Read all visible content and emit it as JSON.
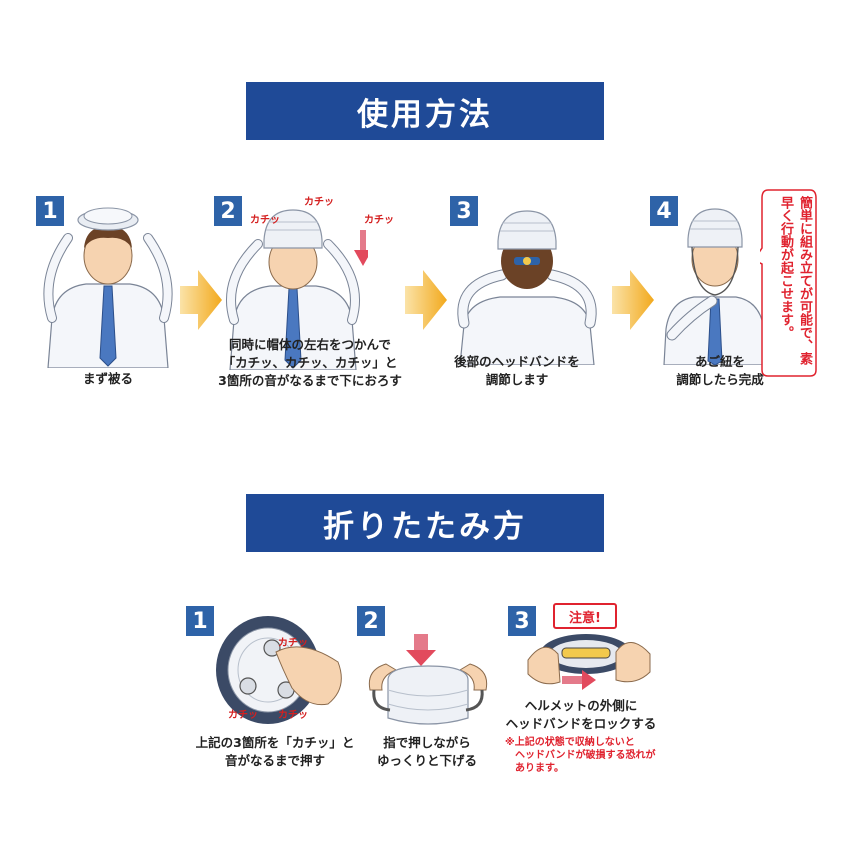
{
  "section1": {
    "title": "使用方法",
    "steps": [
      {
        "num": "1",
        "caption": "まず被る"
      },
      {
        "num": "2",
        "caption": "同時に帽体の左右をつかんで\n「カチッ、カチッ、カチッ」と\n3箇所の音がなるまで下におろす"
      },
      {
        "num": "3",
        "caption": "後部のヘッドバンドを\n調節します"
      },
      {
        "num": "4",
        "caption": "あご紐を\n調節したら完成"
      }
    ],
    "sound_effect": "カチッ",
    "bubble": "簡単に組み立てが可能で、素早く行動が起こせます。"
  },
  "section2": {
    "title": "折りたたみ方",
    "steps": [
      {
        "num": "1",
        "caption": "上記の3箇所を「カチッ」と\n音がなるまで押す"
      },
      {
        "num": "2",
        "caption": "指で押しながら\nゆっくりと下げる"
      },
      {
        "num": "3",
        "caption": "ヘルメットの外側に\nヘッドバンドをロックする"
      }
    ],
    "caution_label": "注意!",
    "warning": "※上記の状態で収納しないと\n　ヘッドバンドが破損する恐れが\n　あります。",
    "sound_effect": "カチッ"
  },
  "colors": {
    "banner": "#1f4a97",
    "step_number": "#2e63a8",
    "arrow": "#f2a91d",
    "warning": "#e0232f"
  }
}
